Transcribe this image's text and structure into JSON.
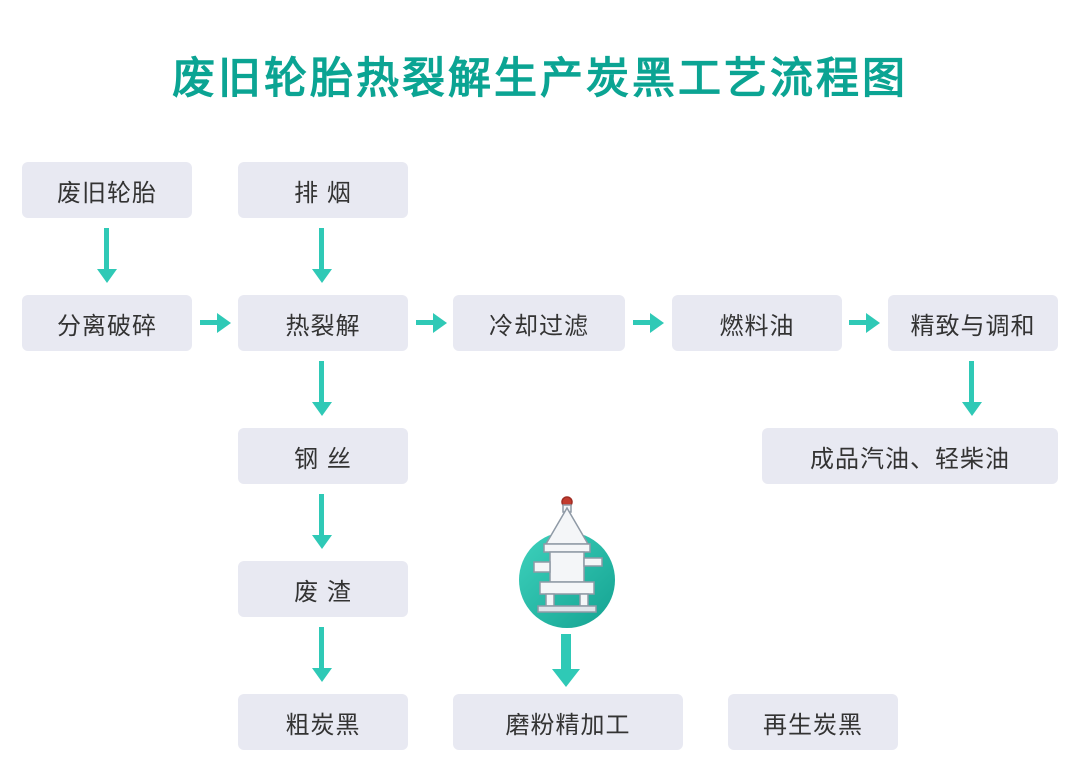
{
  "title": "废旧轮胎热裂解生产炭黑工艺流程图",
  "colors": {
    "title_color": "#0BA493",
    "arrow_color": "#2FC9B6",
    "box_bg": "#E8E9F2",
    "box_text": "#333333"
  },
  "nodes": {
    "waste_tire": "废旧轮胎",
    "exhaust": "排 烟",
    "separation": "分离破碎",
    "pyrolysis": "热裂解",
    "cooling": "冷却过滤",
    "fuel_oil": "燃料油",
    "refining": "精致与调和",
    "steel_wire": "钢 丝",
    "finished_oil": "成品汽油、轻柴油",
    "waste_residue": "废 渣",
    "coarse_carbon": "粗炭黑",
    "grinding": "磨粉精加工",
    "regen_carbon": "再生炭黑"
  },
  "icons": {
    "machine": "grinding-mill-image"
  }
}
